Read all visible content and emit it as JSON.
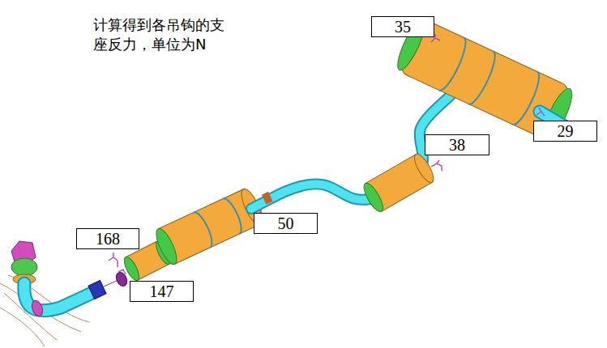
{
  "diagram": {
    "title": "计算得到各吊钩的支座反力，单位为N",
    "nodes": [
      {
        "text": [
          "35"
        ]
      },
      {
        "text": [
          "29"
        ]
      },
      {
        "text": [
          "38"
        ]
      },
      {
        "text": [
          "50"
        ]
      },
      {
        "text": [
          "168"
        ]
      },
      {
        "text": [
          "147"
        ]
      }
    ]
  }
}
